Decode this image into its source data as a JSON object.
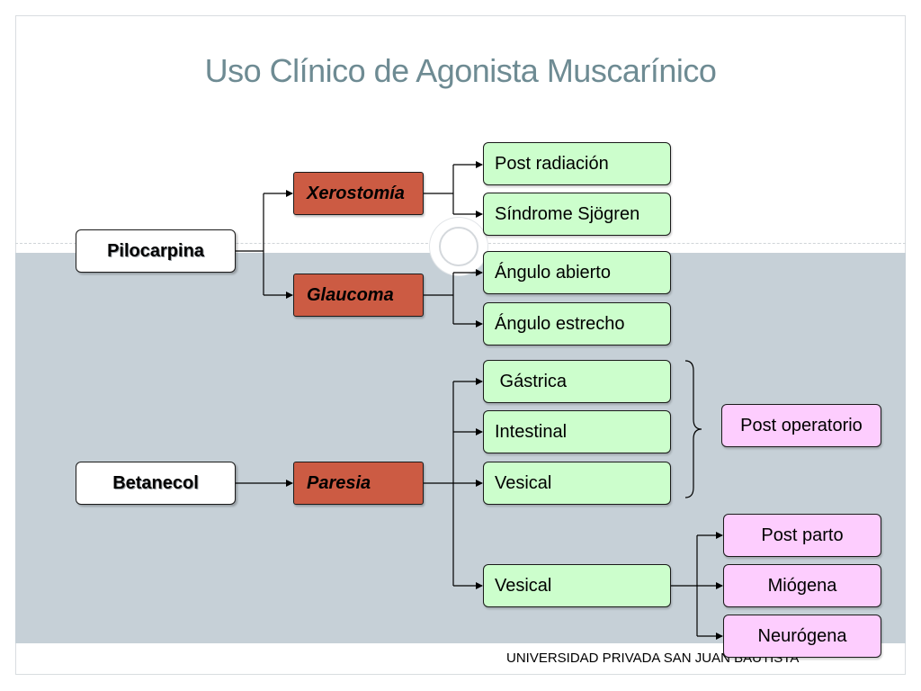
{
  "title": "Uso Clínico de Agonista Muscarínico",
  "footer": "UNIVERSIDAD PRIVADA SAN JUAN BAUTISTA",
  "drugs": {
    "pilocarpina": "Pilocarpina",
    "betanecol": "Betanecol"
  },
  "uses": {
    "xerostomia": "Xerostomía",
    "glaucoma": "Glaucoma",
    "paresia": "Paresia"
  },
  "subtypes": {
    "post_radiacion": "Post radiación",
    "sindrome_sjogren": "Síndrome Sjögren",
    "angulo_abierto": "Ángulo abierto",
    "angulo_estrecho": "Ángulo estrecho",
    "gastrica": " Gástrica",
    "intestinal": "Intestinal",
    "vesical_1": "Vesical",
    "vesical_2": "Vesical"
  },
  "contexts": {
    "post_operatorio": "Post operatorio",
    "post_parto": "Post parto",
    "miogena": "Miógena",
    "neurogena": "Neurógena"
  },
  "colors": {
    "title": "#6e8b93",
    "band": "#c6d0d7",
    "use_box": "#cc5b43",
    "subtype_box": "#ccfecc",
    "context_box": "#fdcdfe"
  }
}
